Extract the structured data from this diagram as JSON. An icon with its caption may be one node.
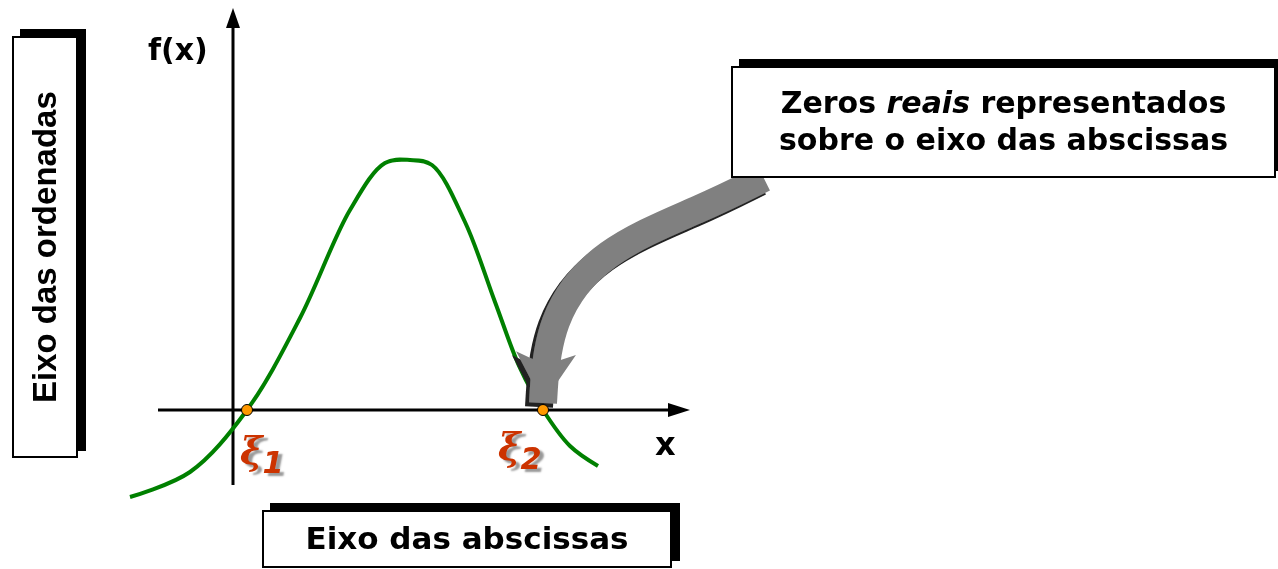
{
  "diagram": {
    "nodes": [
      {
        "text": [
          "Eixo das ordenadas"
        ]
      },
      {
        "text": [
          "Zeros *reais* representados sobre o eixo das abscissas"
        ]
      },
      {
        "text": [
          "Eixo das abscissas"
        ]
      },
      {
        "text": [],
        "shape": "circle"
      },
      {
        "text": [],
        "shape": "circle"
      }
    ],
    "edges": [
      {
        "from": 1,
        "to": 4,
        "arrow": "to"
      }
    ],
    "labels": [
      "f(x)",
      "x",
      "ξ$_{1}$",
      "ξ$_{2}$"
    ]
  }
}
